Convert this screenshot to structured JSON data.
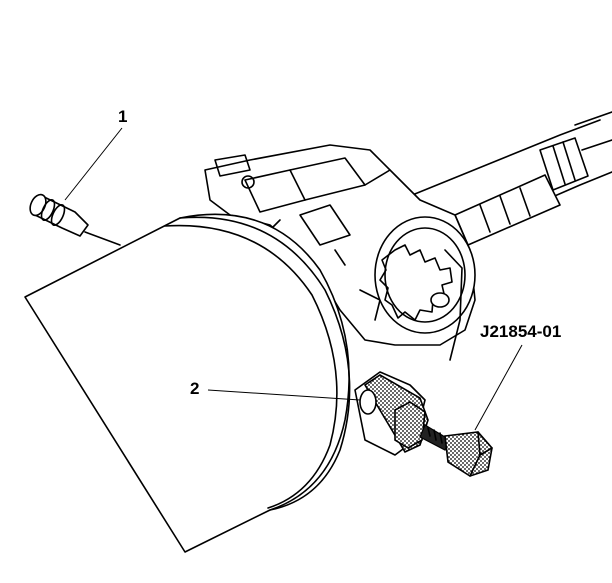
{
  "callouts": {
    "item_1": "1",
    "item_2": "2",
    "tool": "J21854-01"
  },
  "colors": {
    "line": "#000000",
    "background": "#ffffff"
  }
}
